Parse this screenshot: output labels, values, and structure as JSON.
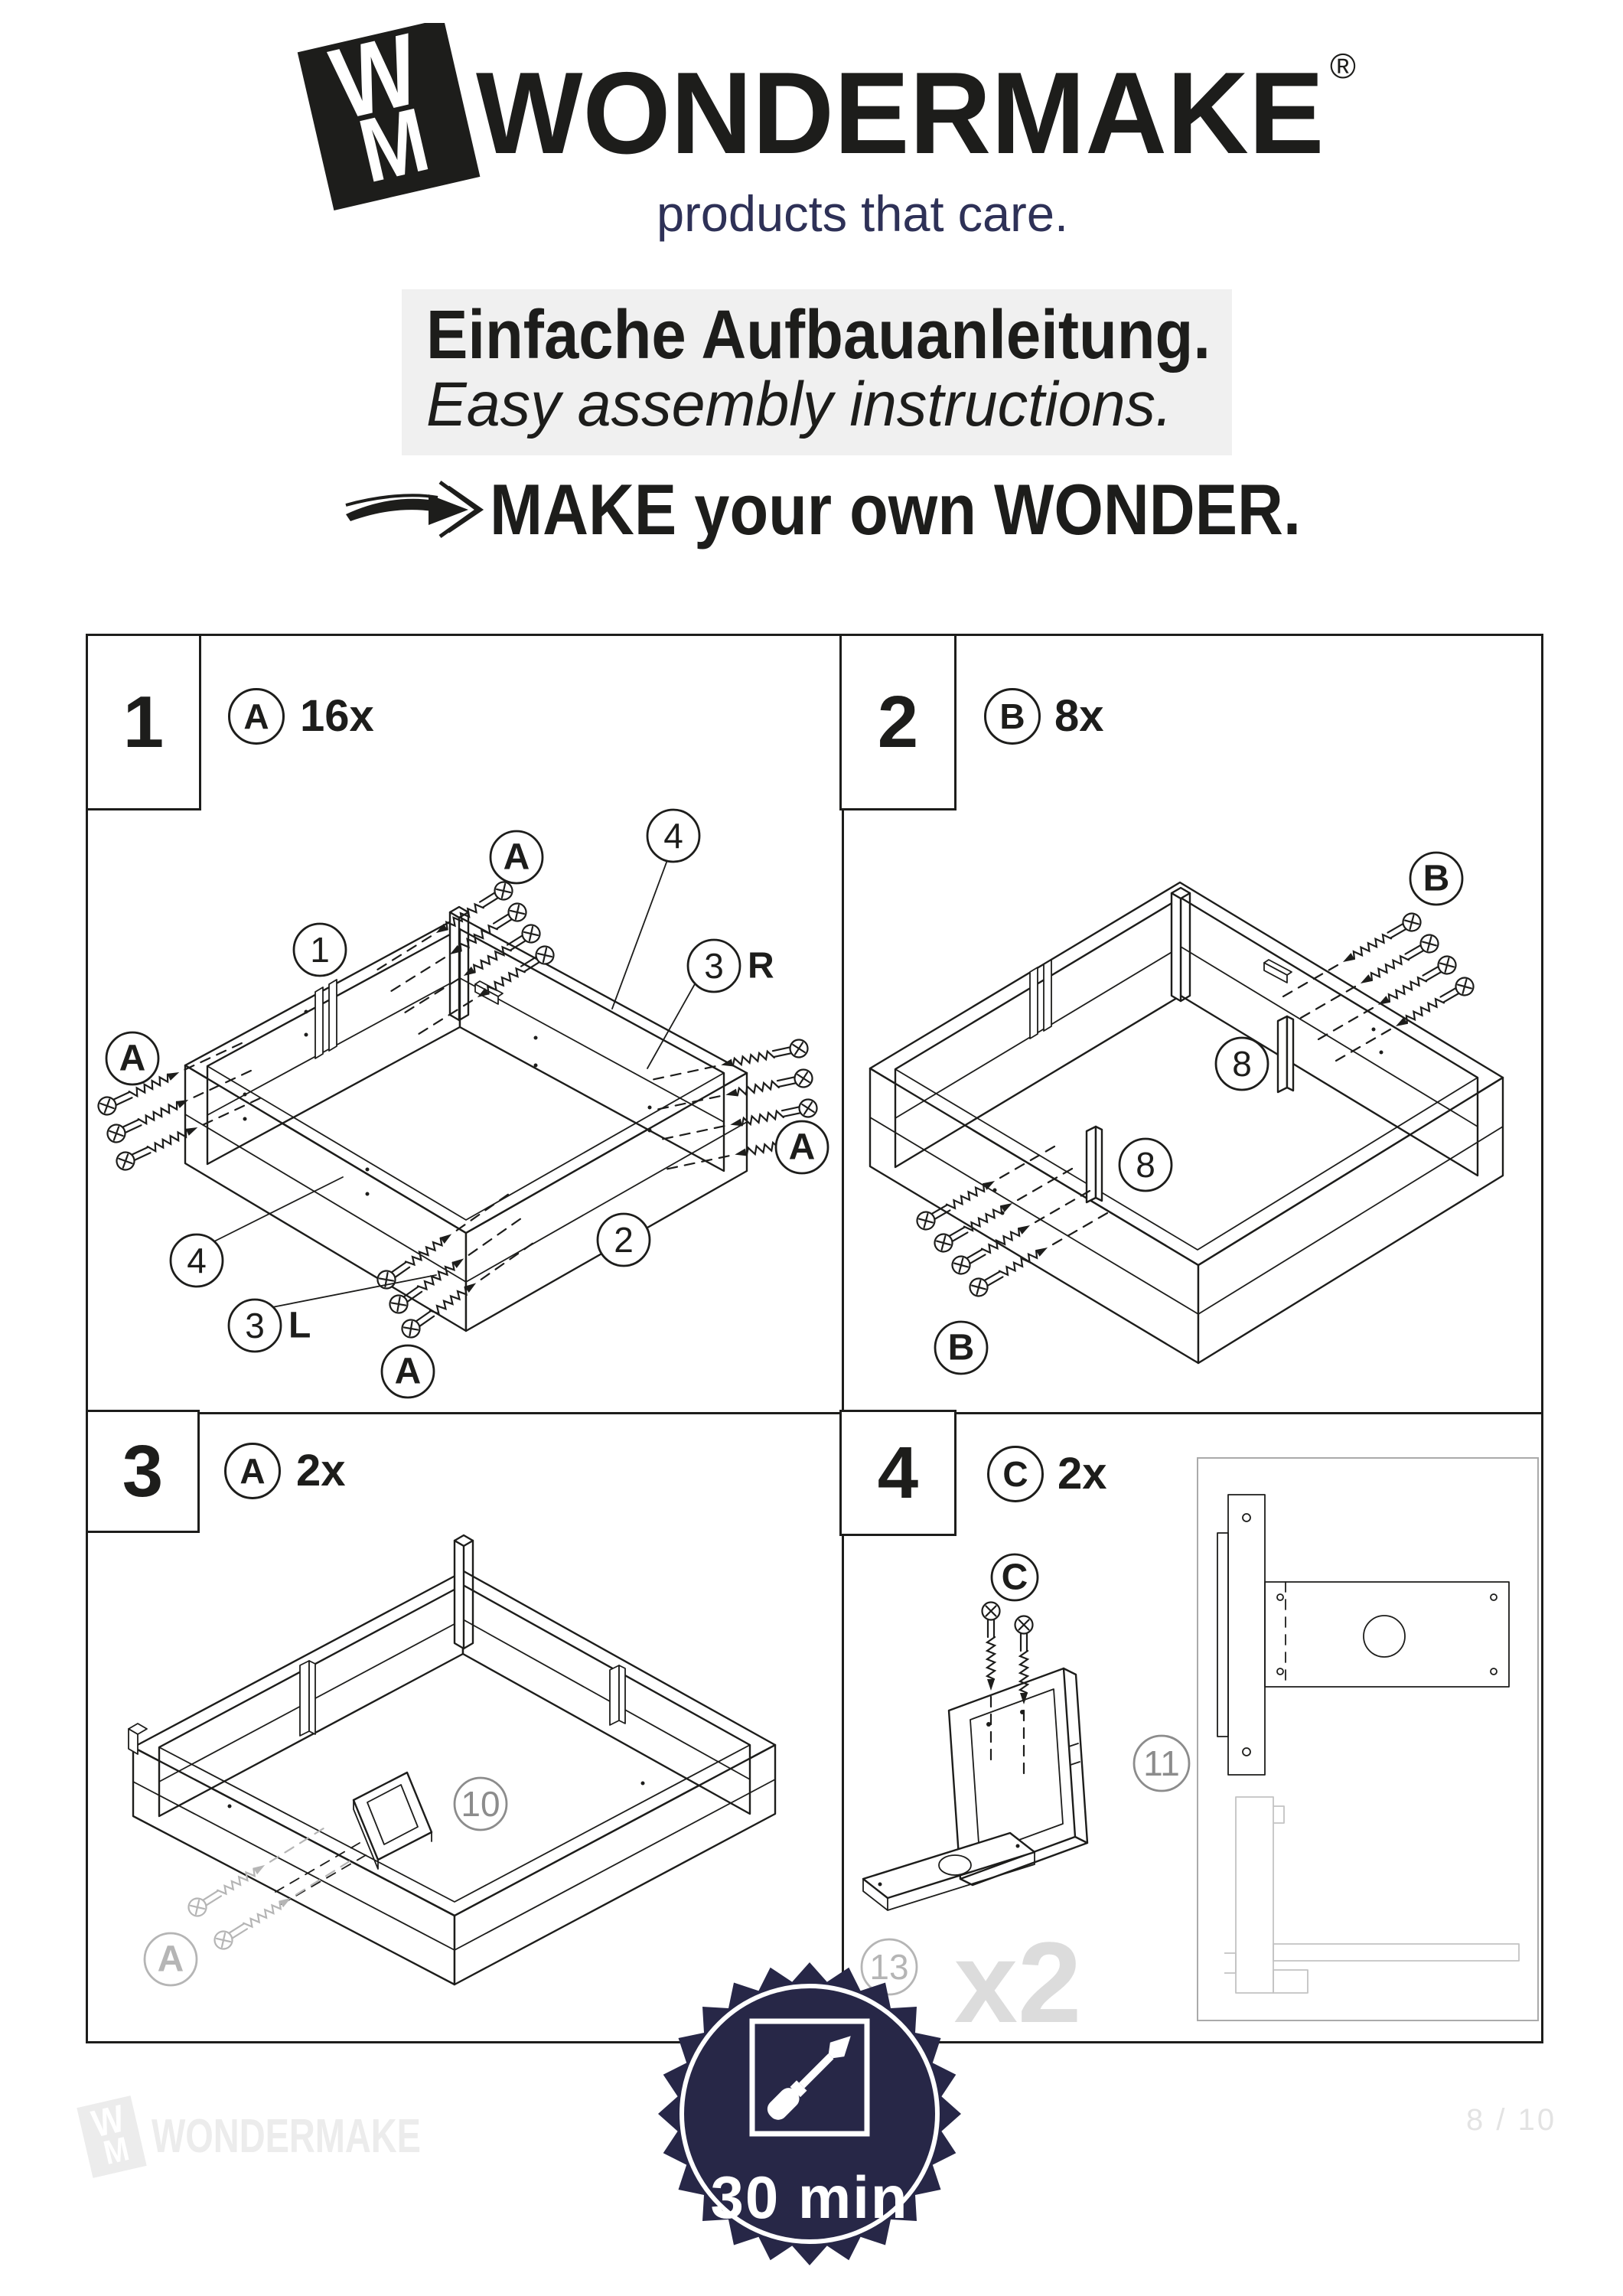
{
  "brand": {
    "monogram_top": "W",
    "monogram_bottom": "M",
    "name": "WONDERMAKE",
    "registered": "®",
    "tagline": "products that care."
  },
  "intro": {
    "heading_de": "Einfache Aufbauanleitung.",
    "heading_en": "Easy assembly instructions.",
    "motto": "MAKE your own WONDER."
  },
  "steps": [
    {
      "number": "1",
      "part_letter": "A",
      "count": "16x"
    },
    {
      "number": "2",
      "part_letter": "B",
      "count": "8x"
    },
    {
      "number": "3",
      "part_letter": "A",
      "count": "2x"
    },
    {
      "number": "4",
      "part_letter": "C",
      "count": "2x"
    }
  ],
  "diagram_labels": {
    "a": "A",
    "b": "B",
    "c": "C",
    "n1": "1",
    "n2": "2",
    "n3": "3",
    "n4": "4",
    "n8": "8",
    "n10": "10",
    "n11": "11",
    "n13": "13",
    "left": "L",
    "right": "R",
    "multiplier": "x2"
  },
  "badge": {
    "duration": "30 min"
  },
  "footer": {
    "brand": "WONDERMAKE",
    "page": "8 / 10"
  },
  "colors": {
    "navy": "#272747",
    "tagline_navy": "#2e3157",
    "ink": "#1d1d1b",
    "panel_gray": "#f0f0f0",
    "watermark": "#ececec"
  }
}
